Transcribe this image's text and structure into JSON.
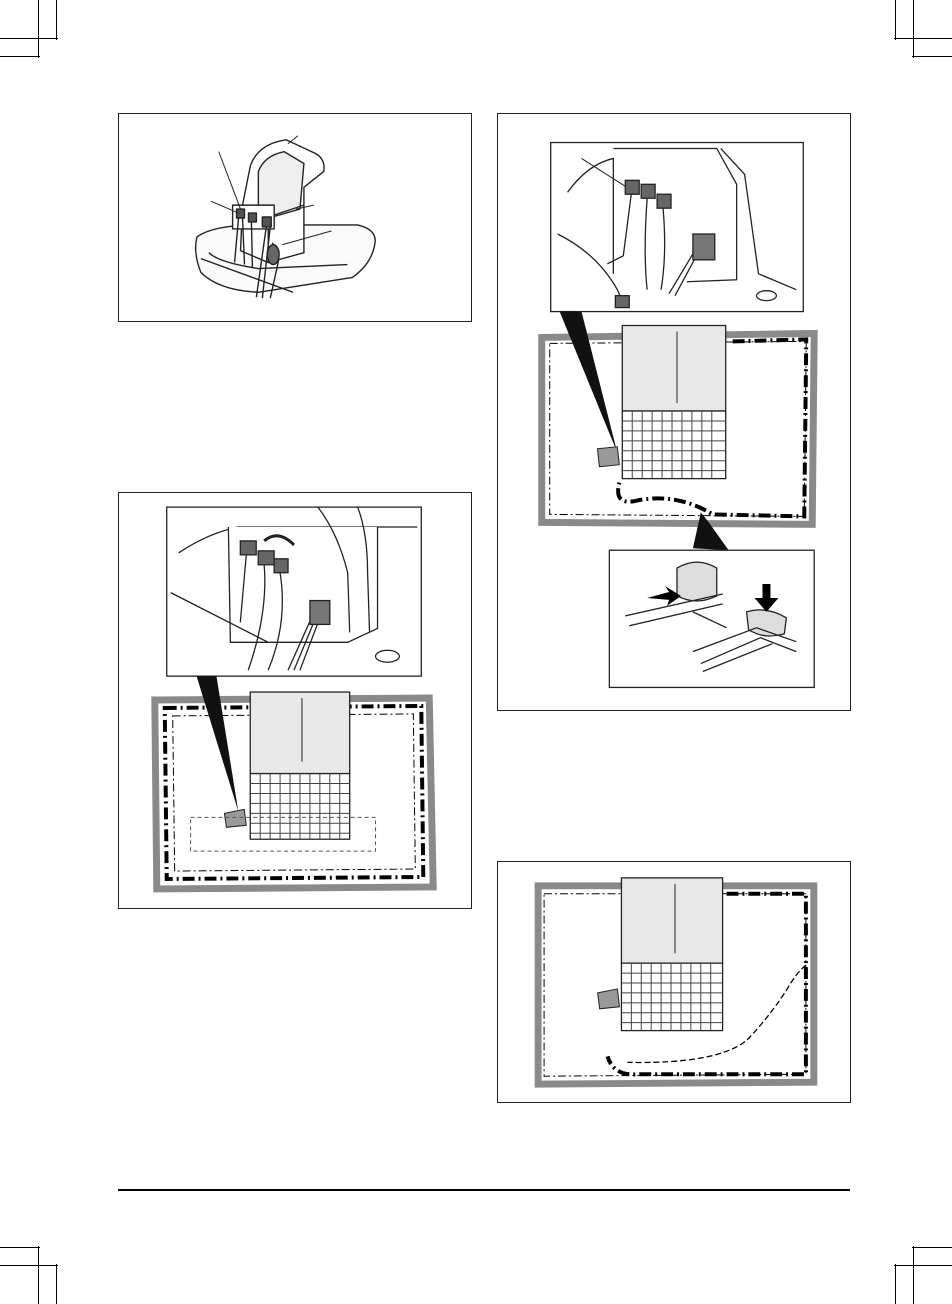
{
  "page": {
    "figures": [
      {
        "id": "fig-1",
        "description_shown": ""
      },
      {
        "id": "fig-2",
        "description_shown": ""
      },
      {
        "id": "fig-3",
        "description_shown": ""
      },
      {
        "id": "fig-4",
        "description_shown": ""
      }
    ]
  },
  "colors": {
    "outline": "#222222",
    "lawn_border": "#8a8a8a",
    "paving": "#9a9a9a",
    "house_fill": "#e8e8e8",
    "line": "#000000"
  },
  "icons": {
    "crop_marks": "crop-mark-icon",
    "arrow": "arrow-icon",
    "connector": "connector-icon"
  }
}
